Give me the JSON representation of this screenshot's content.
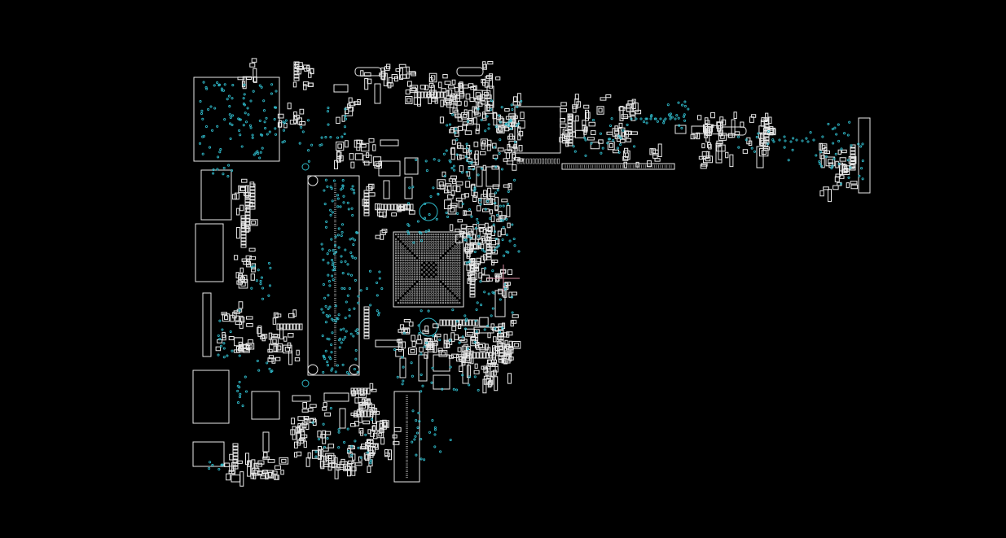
{
  "viewer": {
    "background": "#000000",
    "outline_color": "#e8e8e8",
    "via_color": "#2fb8c8",
    "cursor_color": "#d88aa0"
  },
  "board": {
    "components": [
      {
        "id": "cpu-bga",
        "kind": "bga"
      },
      {
        "id": "dimm-slot",
        "kind": "connector"
      },
      {
        "id": "lower-connector",
        "kind": "connector"
      },
      {
        "id": "left-io-top",
        "kind": "connector"
      },
      {
        "id": "lan-jack",
        "kind": "connector"
      },
      {
        "id": "usb-jack-1",
        "kind": "connector"
      },
      {
        "id": "usb-jack-2",
        "kind": "connector"
      },
      {
        "id": "audio-jack",
        "kind": "connector"
      },
      {
        "id": "side-header",
        "kind": "connector"
      },
      {
        "id": "ec-chip",
        "kind": "ic"
      },
      {
        "id": "codec-chip",
        "kind": "ic"
      },
      {
        "id": "top-right-header",
        "kind": "connector"
      },
      {
        "id": "fpc-connector",
        "kind": "connector"
      }
    ]
  }
}
